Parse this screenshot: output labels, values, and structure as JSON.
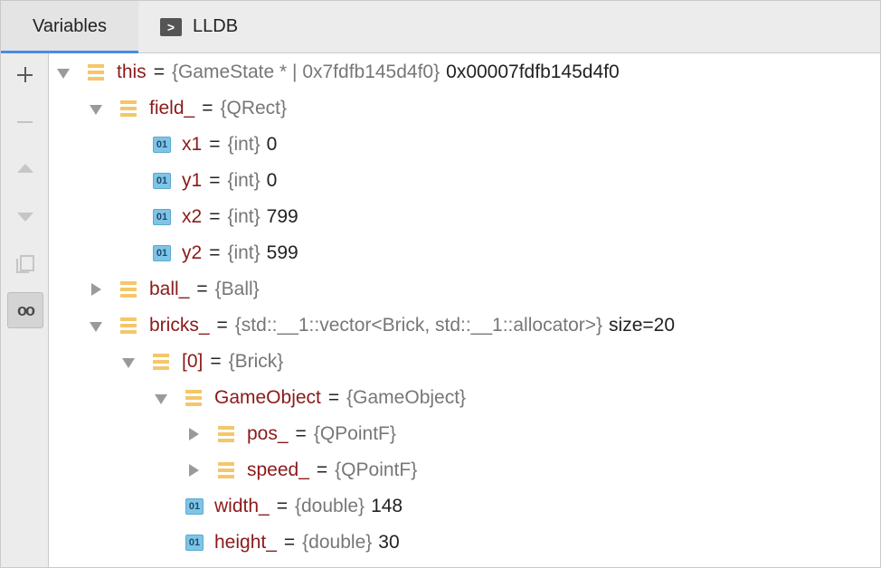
{
  "tabs": {
    "variables": "Variables",
    "lldb": "LLDB",
    "lldb_icon": ">"
  },
  "toolbar": {
    "icons": [
      "plus-icon",
      "minus-icon",
      "up-icon",
      "down-icon",
      "copy-icon",
      "glasses-icon"
    ],
    "glasses_glyph": "oo"
  },
  "tree": [
    {
      "name": "this",
      "type": "{GameState * | 0x7fdfb145d4f0}",
      "value": "0x00007fdfb145d4f0",
      "kind": "object",
      "expanded": true
    },
    {
      "name": "field_",
      "type": "{QRect}",
      "value": "",
      "kind": "object",
      "expanded": true
    },
    {
      "name": "x1",
      "type": "{int}",
      "value": "0",
      "kind": "primitive"
    },
    {
      "name": "y1",
      "type": "{int}",
      "value": "0",
      "kind": "primitive"
    },
    {
      "name": "x2",
      "type": "{int}",
      "value": "799",
      "kind": "primitive"
    },
    {
      "name": "y2",
      "type": "{int}",
      "value": "599",
      "kind": "primitive"
    },
    {
      "name": "ball_",
      "type": "{Ball}",
      "value": "",
      "kind": "object",
      "expanded": false
    },
    {
      "name": "bricks_",
      "type": "{std::__1::vector<Brick, std::__1::allocator>}",
      "value": "size=20",
      "kind": "object",
      "expanded": true
    },
    {
      "name": "[0]",
      "type": "{Brick}",
      "value": "",
      "kind": "object",
      "expanded": true
    },
    {
      "name": "GameObject",
      "type": "{GameObject}",
      "value": "",
      "kind": "object",
      "expanded": true
    },
    {
      "name": "pos_",
      "type": "{QPointF}",
      "value": "",
      "kind": "object",
      "expanded": false
    },
    {
      "name": "speed_",
      "type": "{QPointF}",
      "value": "",
      "kind": "object",
      "expanded": false
    },
    {
      "name": "width_",
      "type": "{double}",
      "value": "148",
      "kind": "primitive"
    },
    {
      "name": "height_",
      "type": "{double}",
      "value": "30",
      "kind": "primitive"
    }
  ],
  "eq": "=",
  "prim_badge": "01",
  "colors": {
    "name": "#8b1a1a",
    "type": "#777777",
    "accent": "#4a8be5",
    "object_icon": "#f3c76a",
    "primitive_icon": "#7fc4e6"
  }
}
